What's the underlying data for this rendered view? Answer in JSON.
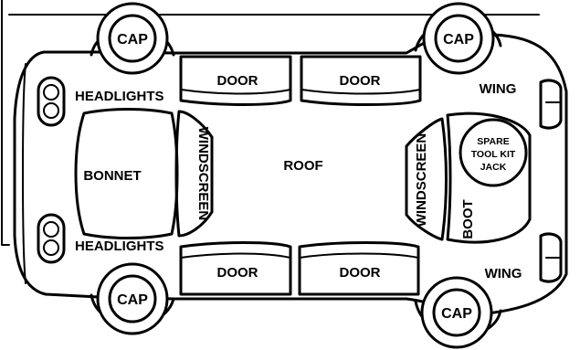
{
  "labels": {
    "cap_tl": "CAP",
    "cap_tr": "CAP",
    "cap_bl": "CAP",
    "cap_br": "CAP",
    "headlights_top": "HEADLIGHTS",
    "headlights_bottom": "HEADLIGHTS",
    "bonnet": "BONNET",
    "windscreen_front": "WINDSCREEN",
    "windscreen_rear": "WINDSCREEN",
    "roof": "ROOF",
    "door_tl": "DOOR",
    "door_tr": "DOOR",
    "door_bl": "DOOR",
    "door_br": "DOOR",
    "wing_top": "WING",
    "wing_bottom": "WING",
    "boot": "BOOT",
    "spare_line1": "SPARE",
    "spare_line2": "TOOL KIT",
    "spare_line3": "JACK"
  }
}
